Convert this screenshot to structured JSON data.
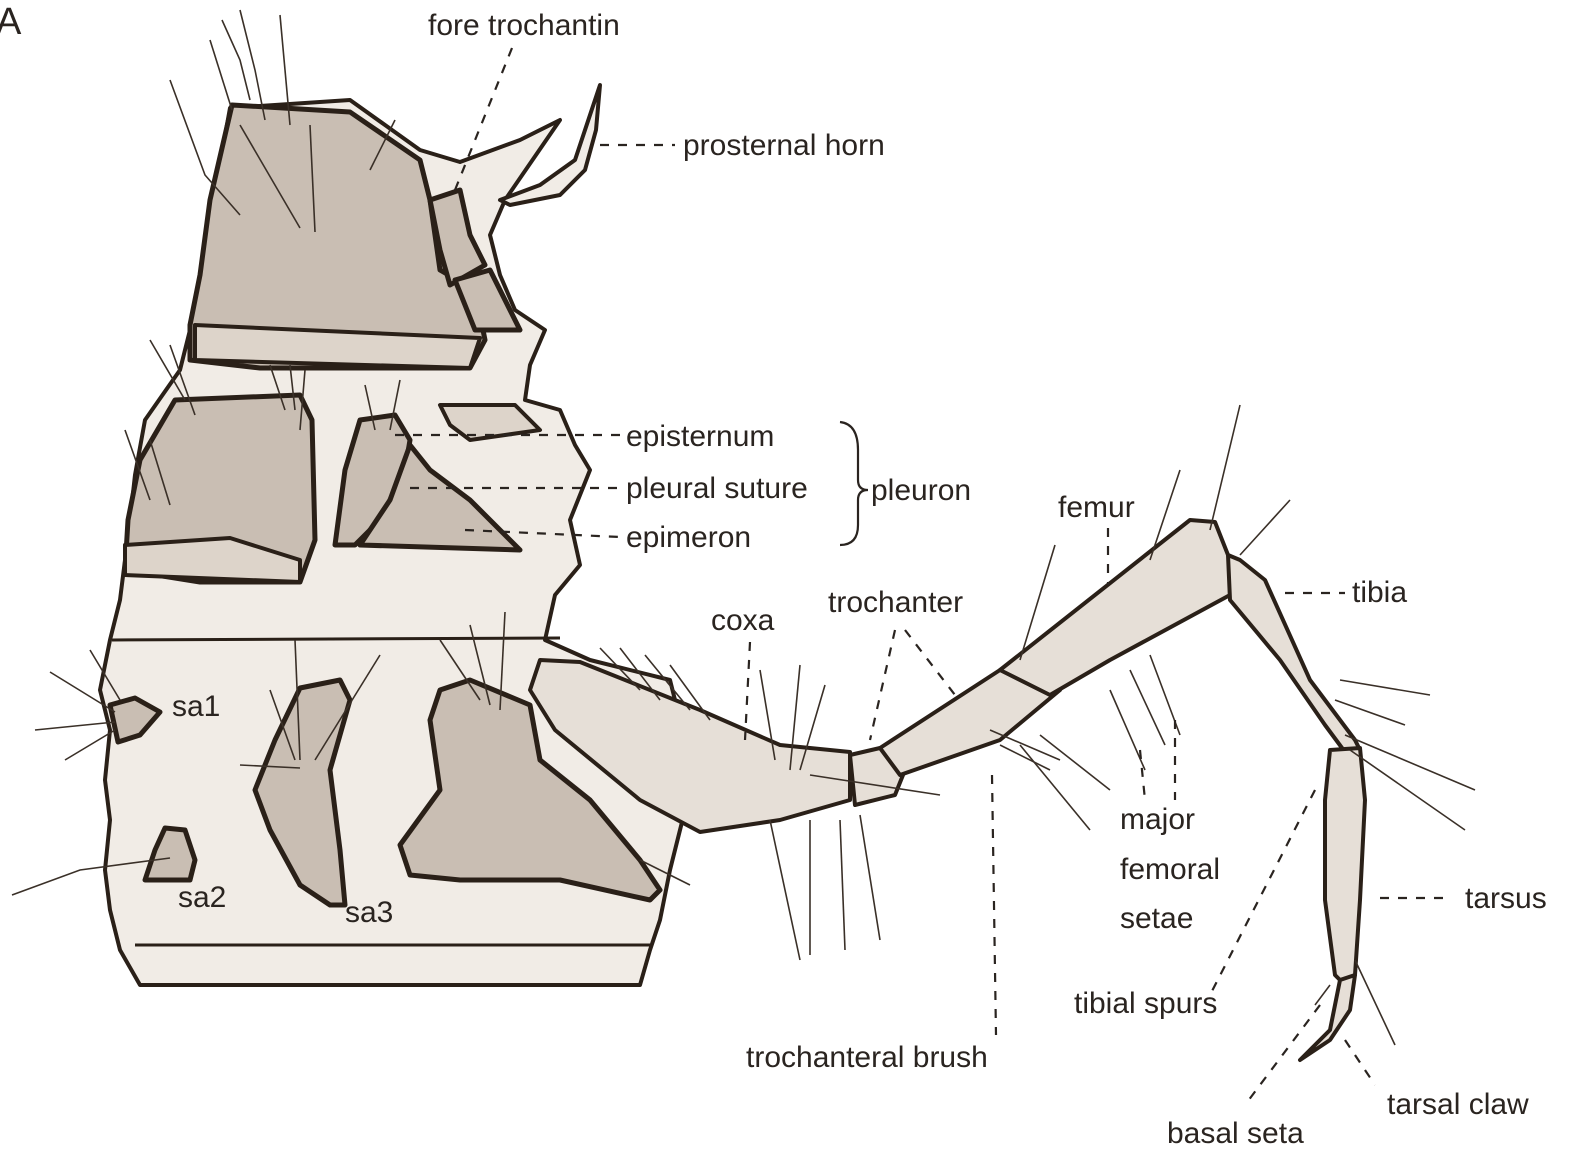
{
  "panel_letter": "A",
  "labels": {
    "fore_trochantin": "fore trochantin",
    "prosternal_horn": "prosternal horn",
    "episternum": "episternum",
    "pleural_suture": "pleural suture",
    "pleuron": "pleuron",
    "epimeron": "epimeron",
    "femur": "femur",
    "tibia": "tibia",
    "coxa": "coxa",
    "trochanter": "trochanter",
    "sa1": "sa1",
    "sa2": "sa2",
    "sa3": "sa3",
    "major_femoral_setae_line1": "major",
    "major_femoral_setae_line2": "femoral",
    "major_femoral_setae_line3": "setae",
    "tarsus": "tarsus",
    "tibial_spurs": "tibial spurs",
    "trochanteral_brush": "trochanteral brush",
    "tarsal_claw": "tarsal claw",
    "basal_seta": "basal seta"
  },
  "colors": {
    "ink": "#2a2018",
    "sclerite_fill": "#c9beb3",
    "membrane_fill": "#f1ece6",
    "leg_fill": "#e6dfd7"
  }
}
